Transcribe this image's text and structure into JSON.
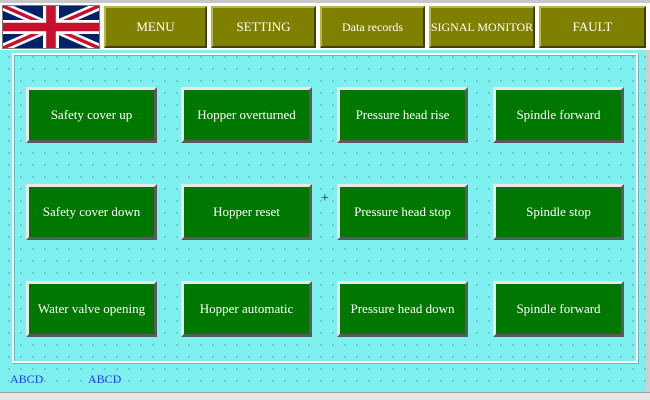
{
  "nav": {
    "menu": "MENU",
    "setting": "SETTING",
    "data_records": "Data records",
    "signal_monitor": "SIGNAL MONITOR",
    "fault": "FAULT"
  },
  "language_flag": "uk-flag-icon",
  "buttons": {
    "row1": [
      "Safety cover up",
      "Hopper overturned",
      "Pressure head rise",
      "Spindle forward"
    ],
    "row2": [
      "Safety cover down",
      "Hopper reset",
      "Pressure head stop",
      "Spindle stop"
    ],
    "row3": [
      "Water valve opening",
      "Hopper automatic",
      "Pressure head down",
      "Spindle forward"
    ]
  },
  "footer": {
    "label1": "ABCD",
    "label2": "ABCD"
  },
  "colors": {
    "background": "#7ff0f0",
    "nav_button": "#808000",
    "command_button": "#007800",
    "footer_text": "#1e3cff"
  }
}
